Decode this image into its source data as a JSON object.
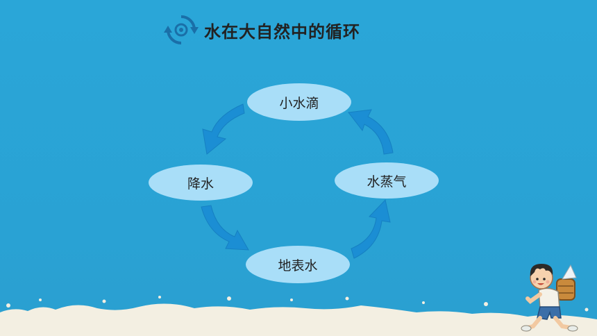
{
  "title": "水在大自然中的循环",
  "nodes": {
    "top": "小水滴",
    "left": "降水",
    "right": "水蒸气",
    "bottom": "地表水"
  },
  "colors": {
    "background": "#2aa4d6",
    "node_fill": "#a9def8",
    "arrow": "#1b8ed4",
    "icon": "#1a6fa8"
  },
  "icons": {
    "title": "recycle-icon"
  }
}
